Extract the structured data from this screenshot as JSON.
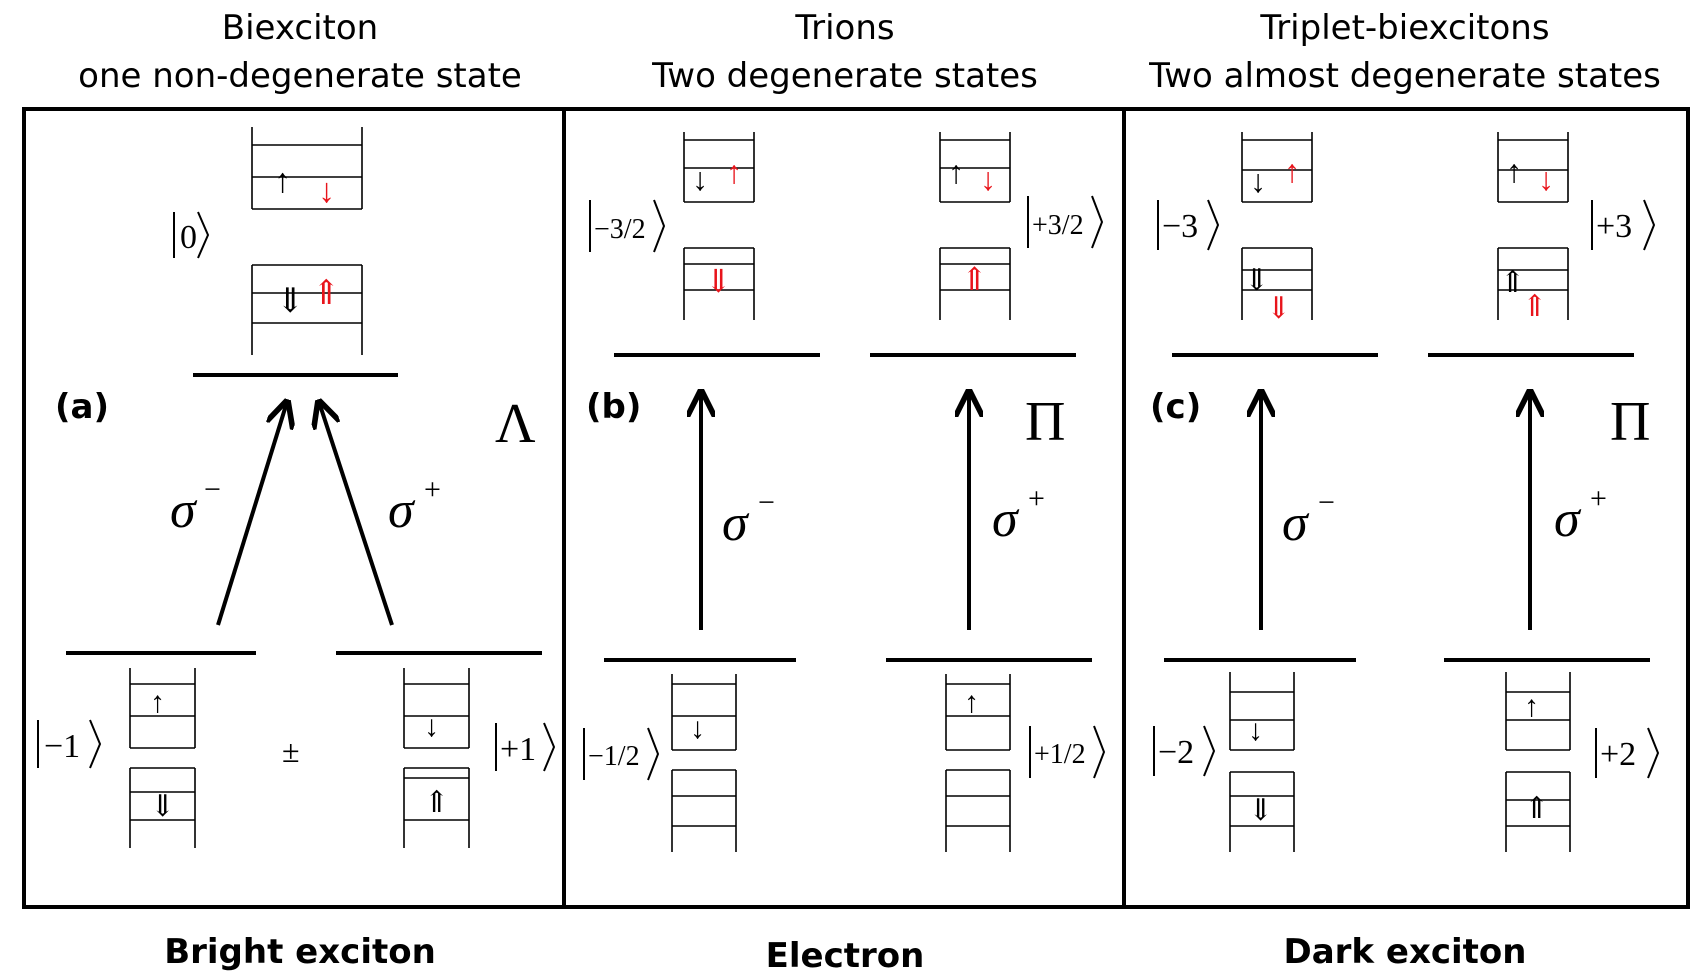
{
  "panels": [
    {
      "tag": "(a)",
      "header_line1": "Biexciton",
      "header_line2": "one non-degenerate state",
      "footer": "Bright exciton",
      "symbol": "Λ",
      "upper_ket": "0",
      "left_ket": "−1",
      "right_ket": "+1",
      "plus_minus": "±",
      "sigma_left_sup": "−",
      "sigma_right_sup": "+"
    },
    {
      "tag": "(b)",
      "header_line1": "Trions",
      "header_line2": "Two degenerate states",
      "footer": "Electron",
      "symbol": "Π",
      "upper_left_ket": "−3/2",
      "upper_right_ket": "+3/2",
      "lower_left_ket": "−1/2",
      "lower_right_ket": "+1/2",
      "sigma_left_sup": "−",
      "sigma_right_sup": "+"
    },
    {
      "tag": "(c)",
      "header_line1": "Triplet-biexcitons",
      "header_line2": "Two almost degenerate states",
      "footer": "Dark exciton",
      "symbol": "Π",
      "upper_left_ket": "−3",
      "upper_right_ket": "+3",
      "lower_left_ket": "−2",
      "lower_right_ket": "+2",
      "sigma_left_sup": "−",
      "sigma_right_sup": "+"
    }
  ],
  "sigma": "σ",
  "colors": {
    "line": "#000000",
    "red_arrow": "#e8141b"
  }
}
